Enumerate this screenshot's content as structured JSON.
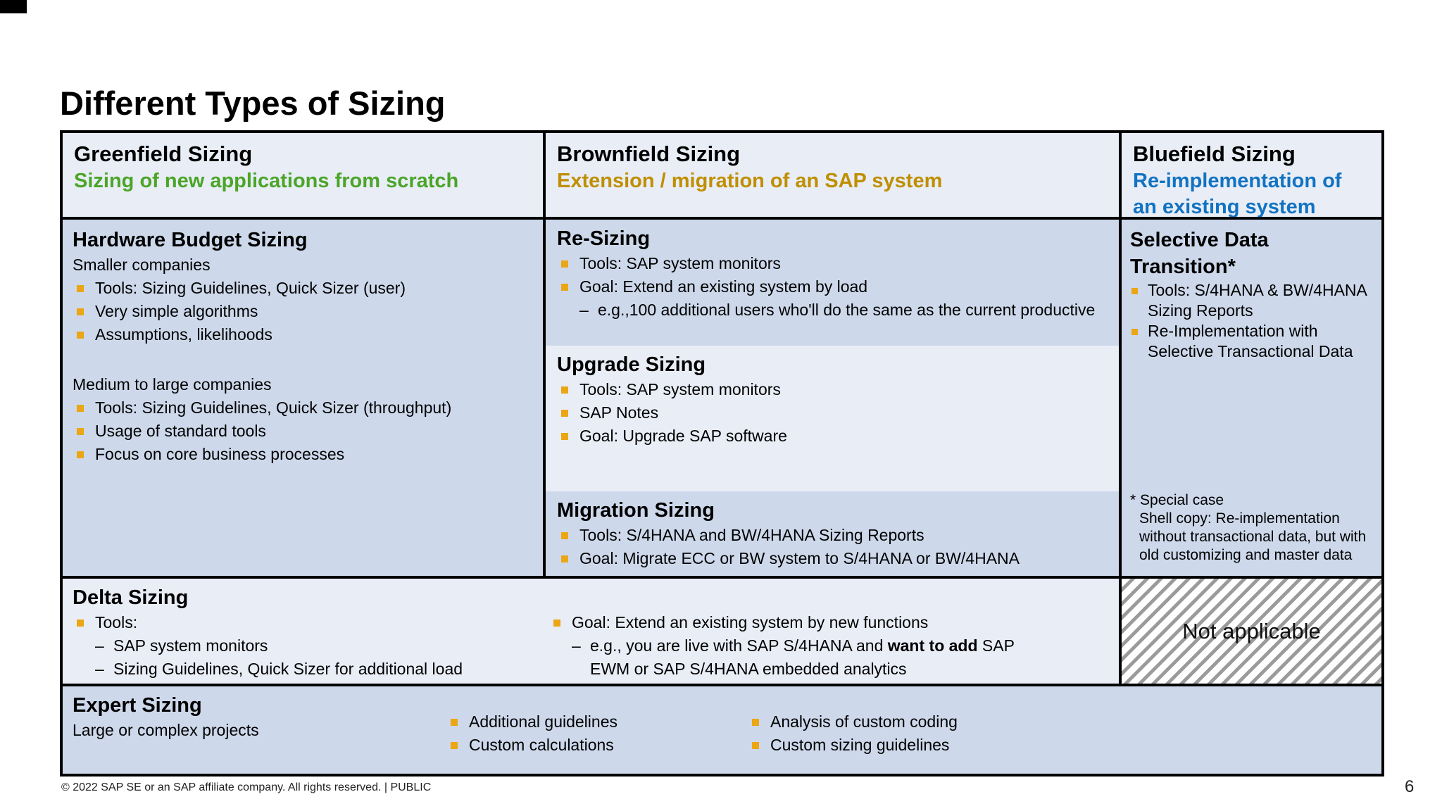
{
  "page": {
    "title": "Different Types of Sizing",
    "footer": "© 2022 SAP SE or an SAP affiliate company. All rights reserved.  |  PUBLIC",
    "page_number": "6"
  },
  "colors": {
    "green_subtitle": "#4aa528",
    "gold_subtitle": "#bf8f00",
    "blue_subtitle": "#1173c2",
    "bullet_gold": "#eba613",
    "cell_blue": "#cdd9eb",
    "cell_light": "#e9edf6",
    "border": "#000000",
    "hatch_gray": "#9b9b9b"
  },
  "ui": {
    "dash": "–"
  },
  "headers": {
    "greenfield": {
      "title": "Greenfield Sizing",
      "subtitle": "Sizing of new applications from scratch"
    },
    "brownfield": {
      "title": "Brownfield Sizing",
      "subtitle": "Extension / migration of an SAP system"
    },
    "bluefield": {
      "title": "Bluefield Sizing",
      "subtitle": "Re-implementation of an existing system"
    }
  },
  "cells": {
    "hardware": {
      "title": "Hardware Budget Sizing",
      "group1_label": "Smaller companies",
      "group1_items": [
        "Tools: Sizing Guidelines, Quick Sizer (user)",
        "Very simple algorithms",
        "Assumptions, likelihoods"
      ],
      "group2_label": "Medium to large companies",
      "group2_items": [
        "Tools: Sizing Guidelines, Quick Sizer (throughput)",
        "Usage of standard tools",
        "Focus on core business processes"
      ]
    },
    "resizing": {
      "title": "Re-Sizing",
      "items": [
        "Tools: SAP system monitors",
        "Goal: Extend an existing system by load"
      ],
      "sub_item": "e.g.,100 additional users who'll do the same as the current productive"
    },
    "upgrade": {
      "title": "Upgrade Sizing",
      "items": [
        "Tools: SAP system monitors",
        "SAP Notes",
        "Goal: Upgrade SAP software"
      ]
    },
    "migration": {
      "title": "Migration Sizing",
      "items": [
        "Tools: S/4HANA and BW/4HANA Sizing Reports",
        "Goal: Migrate ECC or BW system to S/4HANA or BW/4HANA"
      ]
    },
    "selective": {
      "title": "Selective Data Transition*",
      "items": [
        "Tools: S/4HANA & BW/4HANA Sizing Reports",
        "Re-Implementation with Selective Transactional Data"
      ],
      "footnote_line1": "* Special case",
      "footnote_rest": "Shell copy: Re-implementation without transactional data, but with old customizing and master data"
    },
    "delta": {
      "title": "Delta Sizing",
      "tools_label": "Tools:",
      "tools_subs": [
        "SAP system monitors",
        "Sizing Guidelines, Quick Sizer for additional load"
      ],
      "goal_label": "Goal: Extend an existing system by new functions",
      "goal_sub_pre": "e.g., you are live with SAP S/4HANA and ",
      "goal_sub_bold": "want to add",
      "goal_sub_post": " SAP EWM or SAP S/4HANA embedded analytics"
    },
    "not_applicable": {
      "label": "Not applicable"
    },
    "expert": {
      "title": "Expert Sizing",
      "subtitle": "Large or complex projects",
      "list_a": [
        "Additional guidelines",
        "Custom calculations"
      ],
      "list_b": [
        "Analysis of custom coding",
        "Custom sizing guidelines"
      ]
    }
  }
}
